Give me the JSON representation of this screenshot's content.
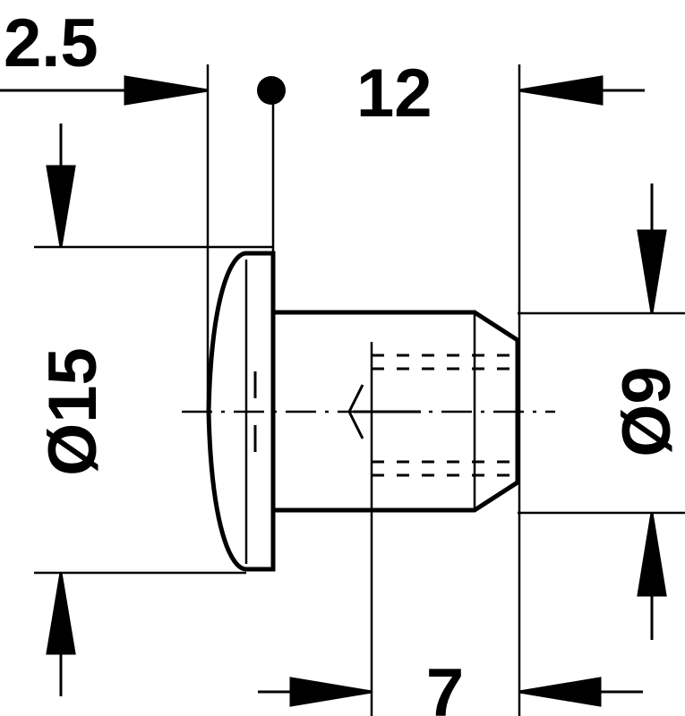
{
  "dimensions": {
    "head_thickness": "2.5",
    "total_length": "12",
    "head_diameter": "Ø15",
    "sleeve_diameter": "Ø9",
    "thread_depth": "7"
  },
  "colors": {
    "line": "#000000",
    "background": "#ffffff"
  }
}
